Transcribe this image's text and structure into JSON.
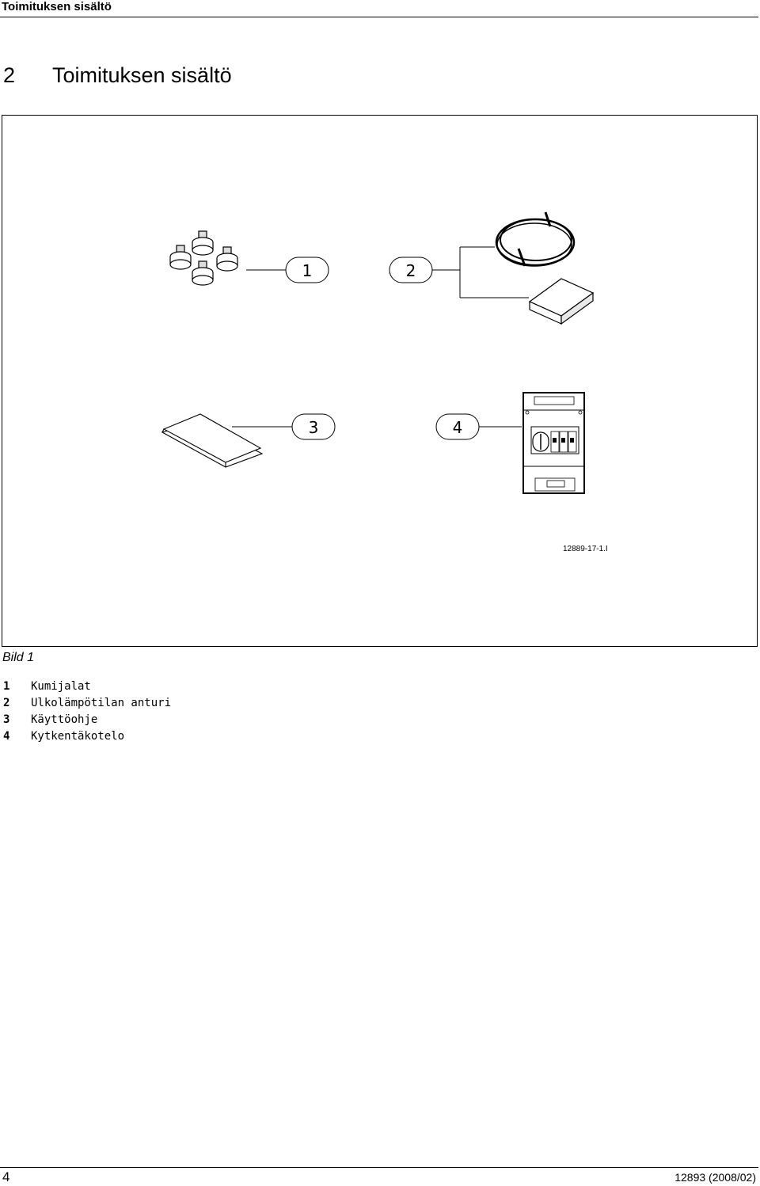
{
  "header": {
    "running_title": "Toimituksen sisältö"
  },
  "section": {
    "number": "2",
    "title": "Toimituksen sisältö"
  },
  "figure": {
    "callouts": [
      "1",
      "2",
      "3",
      "4"
    ],
    "figure_id": "12889-17-1.I",
    "caption": "Bild 1"
  },
  "legend": {
    "items": [
      {
        "num": "1",
        "label": "Kumijalat"
      },
      {
        "num": "2",
        "label": "Ulkolämpötilan anturi"
      },
      {
        "num": "3",
        "label": "Käyttöohje"
      },
      {
        "num": "4",
        "label": "Kytkentäkotelo"
      }
    ]
  },
  "footer": {
    "page_number": "4",
    "doc_code": "12893 (2008/02)"
  }
}
